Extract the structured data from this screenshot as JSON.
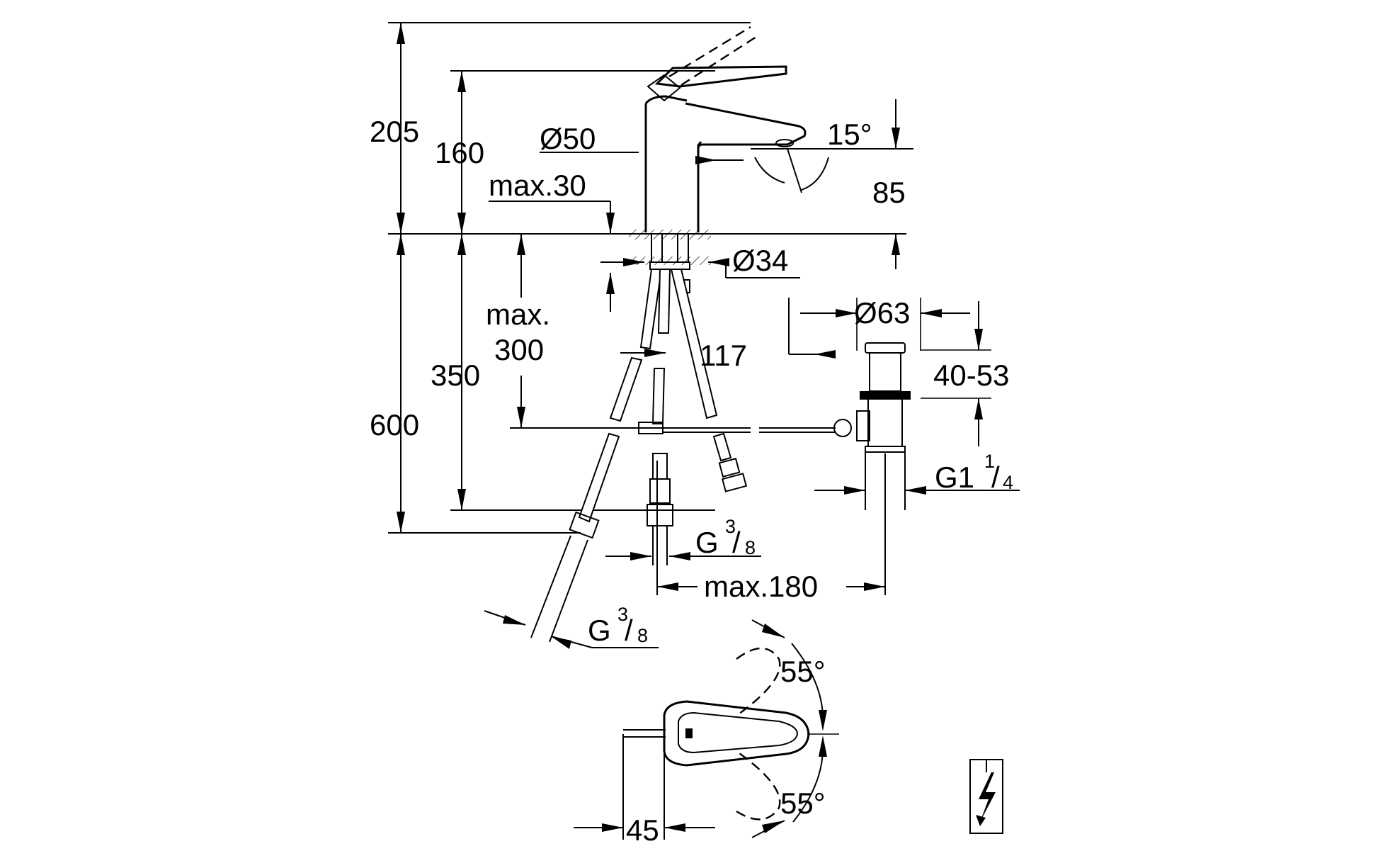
{
  "dimensions": {
    "total_height": "205",
    "spout_height": "160",
    "body_diameter": "Ø50",
    "max_deck_thickness": "max.30",
    "spout_angle": "15°",
    "spout_outlet_height": "85",
    "shank_diameter": "Ø34",
    "below_deck": "600",
    "hose_length": "350",
    "max_300_line1": "max.",
    "max_300_line2": "300",
    "shank_offset": "117",
    "waste_diameter": "Ø63",
    "waste_range": "40-53",
    "waste_thread_main": "G1",
    "waste_thread_num": "1",
    "waste_thread_den": "4",
    "hose_thread_main": "G",
    "hose_thread_num": "3",
    "hose_thread_den": "8",
    "waste_reach": "max.180",
    "lever_angle_top": "55°",
    "lever_angle_bottom": "55°",
    "lever_offset": "45"
  },
  "icons": {
    "energy_symbol": "lightning-bolt-icon"
  }
}
